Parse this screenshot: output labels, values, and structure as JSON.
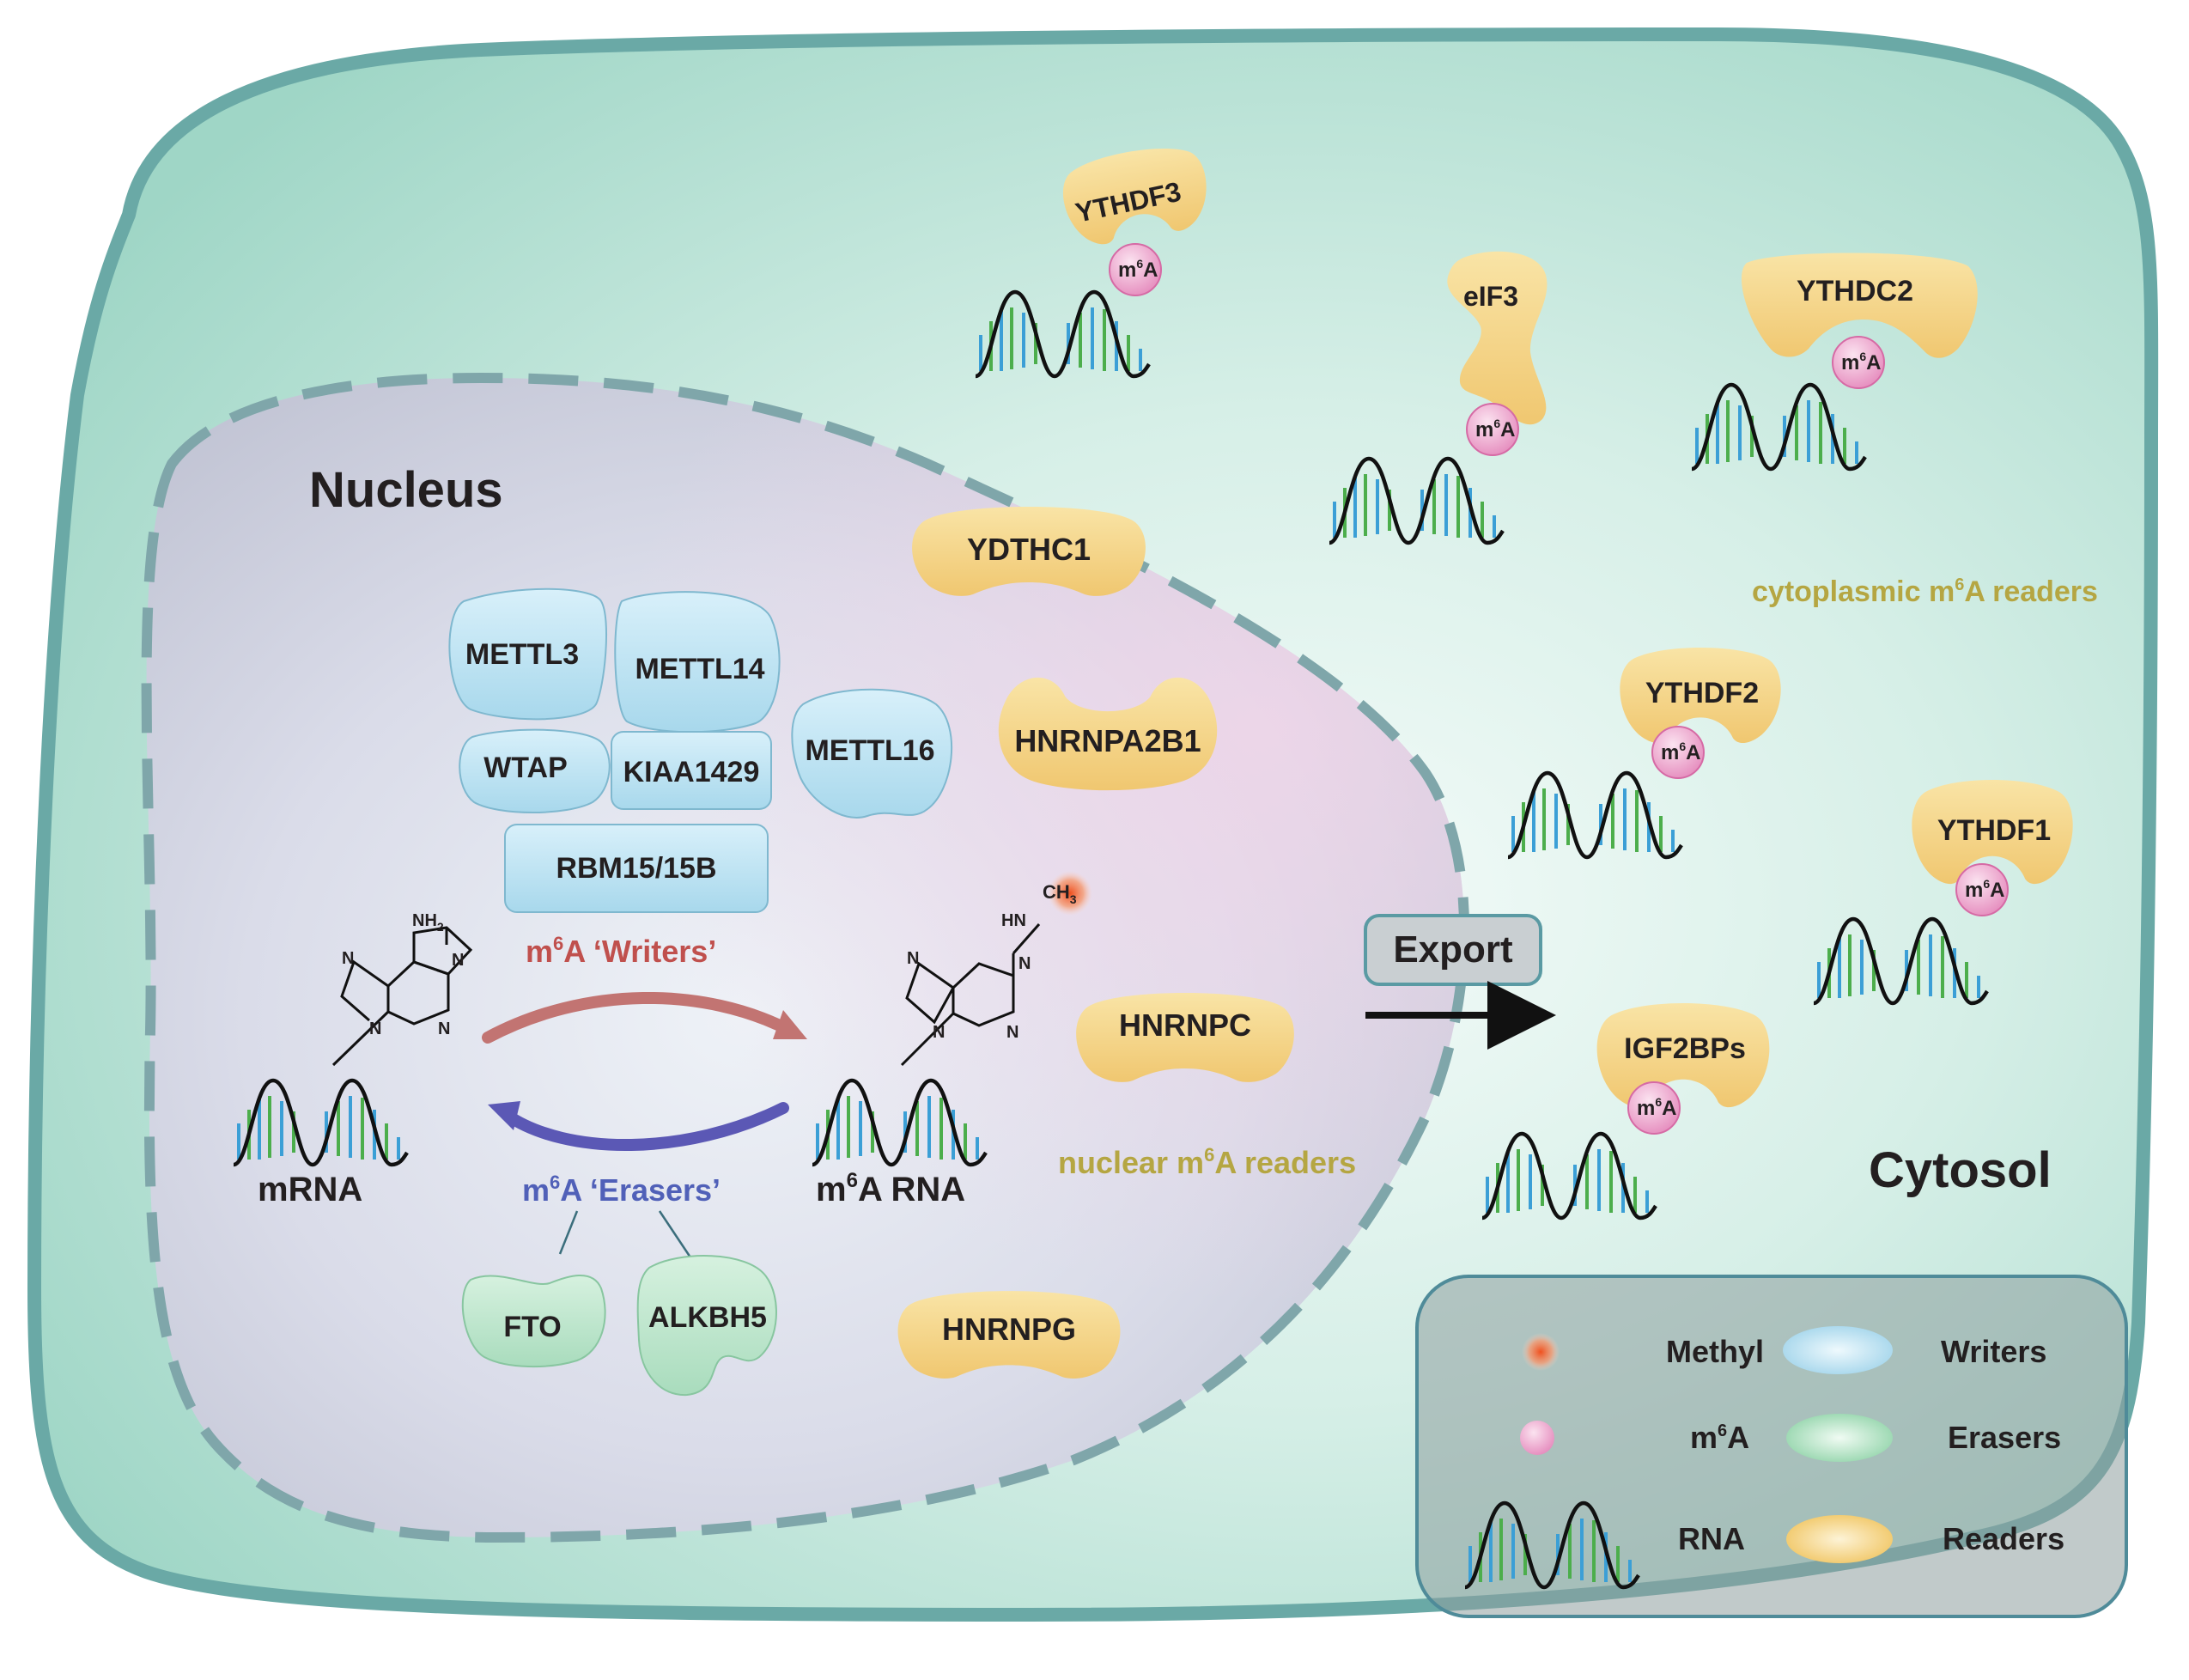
{
  "nucleus": {
    "title": "Nucleus"
  },
  "cytosol": {
    "title": "Cytosol"
  },
  "writers": {
    "items": [
      "METTL3",
      "METTL14",
      "WTAP",
      "KIAA1429",
      "RBM15/15B",
      "METTL16"
    ],
    "caption_prefix": "m",
    "caption_sup": "6",
    "caption_suffix": "A ‘Writers’",
    "caption_color": "#c0504d"
  },
  "erasers": {
    "items": [
      "FTO",
      "ALKBH5"
    ],
    "caption_prefix": "m",
    "caption_sup": "6",
    "caption_suffix": "A ‘Erasers’",
    "caption_color": "#4f5fb8"
  },
  "nuclear_readers": {
    "items": [
      "YDTHC1",
      "HNRNPA2B1",
      "HNRNPC",
      "HNRNPG"
    ],
    "caption_prefix": "nuclear m",
    "caption_sup": "6",
    "caption_suffix": "A readers",
    "caption_color": "#b5a642"
  },
  "cytoplasmic_readers": {
    "items": [
      "YTHDF3",
      "eIF3",
      "YTHDC2",
      "YTHDF2",
      "YTHDF1",
      "IGF2BPs"
    ],
    "caption_prefix": "cytoplasmic m",
    "caption_sup": "6",
    "caption_suffix": "A readers",
    "caption_color": "#b5a642"
  },
  "molecules": {
    "mrna": "mRNA",
    "m6a_rna_prefix": "m",
    "m6a_rna_sup": "6",
    "m6a_rna_suffix": "A RNA",
    "nh2": "NH",
    "nh2_sub": "2",
    "hn": "HN",
    "ch3": "CH",
    "ch3_sub": "3",
    "n_atom": "N"
  },
  "m6a_badge": {
    "prefix": "m",
    "sup": "6",
    "suffix": "A"
  },
  "export": {
    "label": "Export"
  },
  "legend": {
    "methyl": "Methyl",
    "m6a_prefix": "m",
    "m6a_sup": "6",
    "m6a_suffix": "A",
    "rna": "RNA",
    "writers": "Writers",
    "erasers": "Erasers",
    "readers": "Readers"
  },
  "colors": {
    "cell_fill": "#b7e3d6",
    "cell_stroke": "#67a9a4",
    "writer_fill": "#bfe3f2",
    "eraser_fill": "#bfe8cf",
    "reader_fill": "#f6dc93",
    "m6a_fill": "#f2a9cf",
    "methyl": "#f06a2a"
  }
}
